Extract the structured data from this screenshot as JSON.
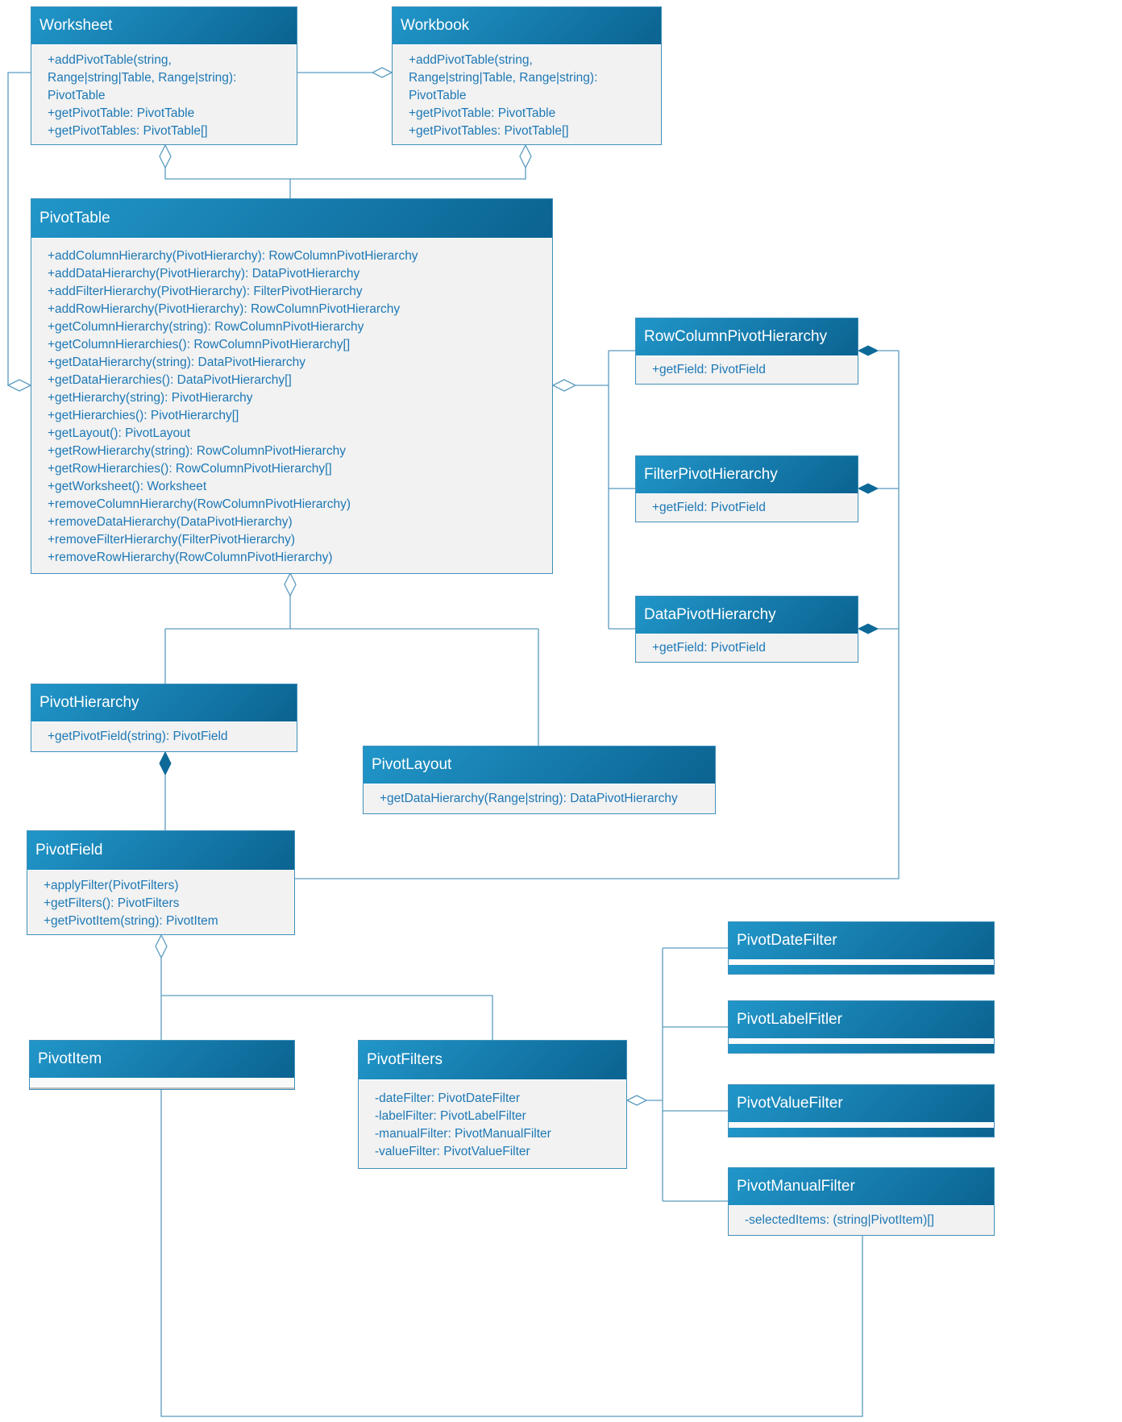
{
  "colors": {
    "header_gradient_start": "#2196c9",
    "header_gradient_end": "#0b6391",
    "body_background": "#f2f2f2",
    "member_text": "#1d78b5",
    "box_border": "#4190ba",
    "connector_line": "#5b9bc0",
    "composition_diamond_fill": "#0d6998",
    "title_text": "#ffffff"
  },
  "classes": {
    "worksheet": {
      "title": "Worksheet",
      "members": [
        "+addPivotTable(string,\nRange|string|Table, Range|string):\nPivotTable",
        "+getPivotTable: PivotTable",
        "+getPivotTables: PivotTable[]"
      ]
    },
    "workbook": {
      "title": "Workbook",
      "members": [
        "+addPivotTable(string,\nRange|string|Table, Range|string):\nPivotTable",
        "+getPivotTable: PivotTable",
        "+getPivotTables: PivotTable[]"
      ]
    },
    "pivotTable": {
      "title": "PivotTable",
      "members": [
        "+addColumnHierarchy(PivotHierarchy): RowColumnPivotHierarchy",
        "+addDataHierarchy(PivotHierarchy): DataPivotHierarchy",
        "+addFilterHierarchy(PivotHierarchy): FilterPivotHierarchy",
        "+addRowHierarchy(PivotHierarchy): RowColumnPivotHierarchy",
        "+getColumnHierarchy(string): RowColumnPivotHierarchy",
        "+getColumnHierarchies(): RowColumnPivotHierarchy[]",
        "+getDataHierarchy(string): DataPivotHierarchy",
        "+getDataHierarchies(): DataPivotHierarchy[]",
        "+getHierarchy(string): PivotHierarchy",
        "+getHierarchies(): PivotHierarchy[]",
        "+getLayout(): PivotLayout",
        "+getRowHierarchy(string): RowColumnPivotHierarchy",
        "+getRowHierarchies(): RowColumnPivotHierarchy[]",
        "+getWorksheet(): Worksheet",
        "+removeColumnHierarchy(RowColumnPivotHierarchy)",
        "+removeDataHierarchy(DataPivotHierarchy)",
        "+removeFilterHierarchy(FilterPivotHierarchy)",
        "+removeRowHierarchy(RowColumnPivotHierarchy)"
      ]
    },
    "rowColumnPivotHierarchy": {
      "title": "RowColumnPivotHierarchy",
      "members": [
        "+getField: PivotField"
      ]
    },
    "filterPivotHierarchy": {
      "title": "FilterPivotHierarchy",
      "members": [
        "+getField: PivotField"
      ]
    },
    "dataPivotHierarchy": {
      "title": "DataPivotHierarchy",
      "members": [
        "+getField: PivotField"
      ]
    },
    "pivotHierarchy": {
      "title": "PivotHierarchy",
      "members": [
        "+getPivotField(string): PivotField"
      ]
    },
    "pivotLayout": {
      "title": "PivotLayout",
      "members": [
        "+getDataHierarchy(Range|string): DataPivotHierarchy"
      ]
    },
    "pivotField": {
      "title": "PivotField",
      "members": [
        "+applyFilter(PivotFilters)",
        "+getFilters(): PivotFilters",
        "+getPivotItem(string): PivotItem"
      ]
    },
    "pivotItem": {
      "title": "PivotItem",
      "members": []
    },
    "pivotFilters": {
      "title": "PivotFilters",
      "members": [
        "-dateFilter: PivotDateFilter",
        "-labelFilter: PivotLabelFilter",
        "-manualFilter: PivotManualFilter",
        "-valueFilter: PivotValueFilter"
      ]
    },
    "pivotDateFilter": {
      "title": "PivotDateFilter",
      "members": []
    },
    "pivotLabelFitler": {
      "title": "PivotLabelFitler",
      "members": []
    },
    "pivotValueFilter": {
      "title": "PivotValueFilter",
      "members": []
    },
    "pivotManualFilter": {
      "title": "PivotManualFilter",
      "members": [
        "-selectedItems: (string|PivotItem)[]"
      ]
    }
  }
}
